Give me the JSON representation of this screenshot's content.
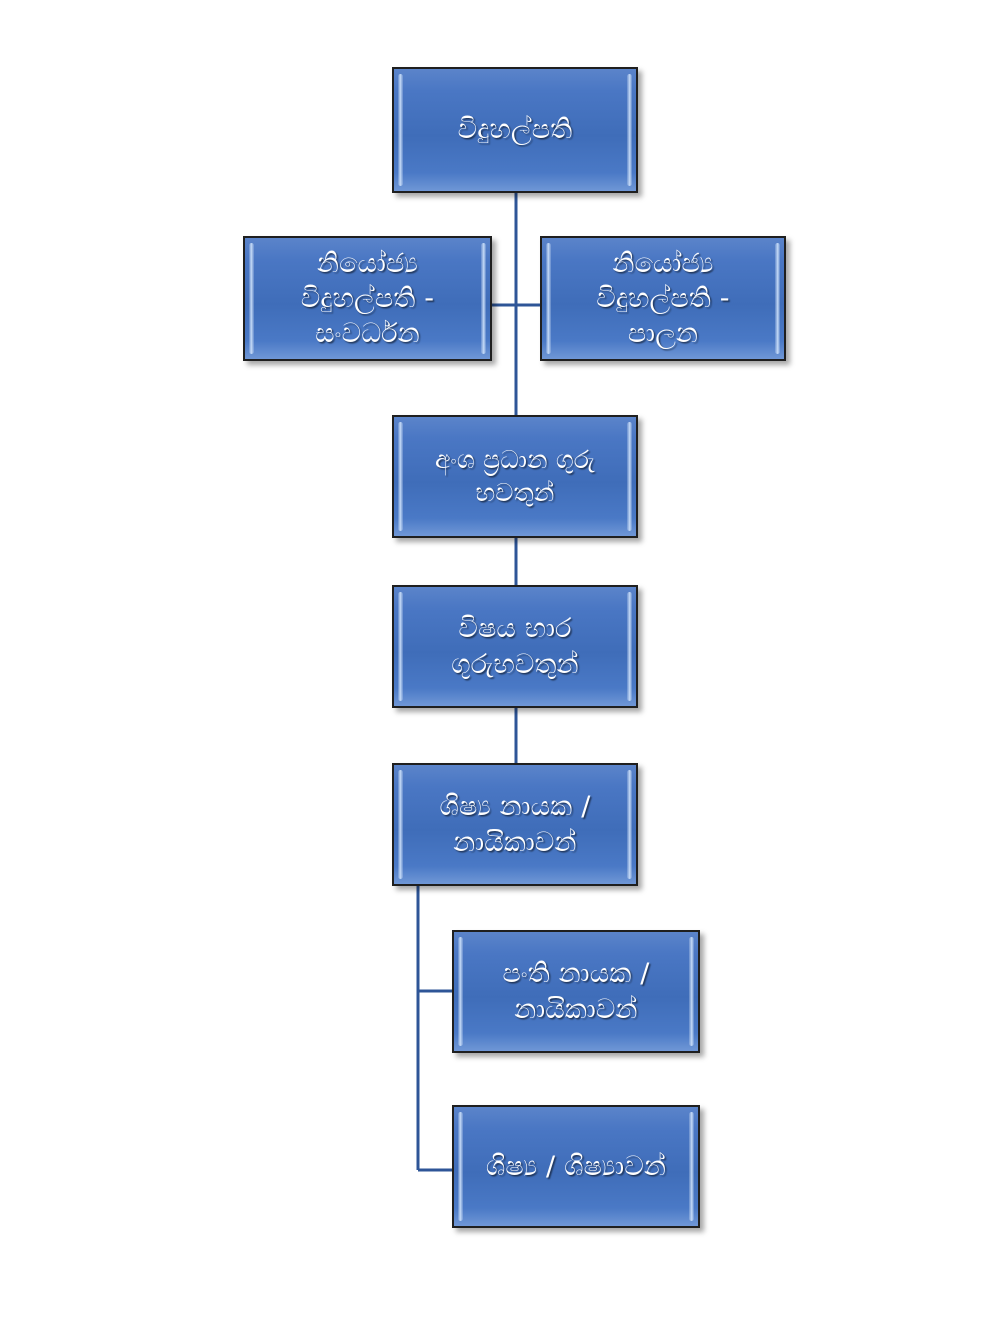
{
  "diagram": {
    "type": "organisation-chart",
    "language": "Sinhala",
    "background_color": "#ffffff",
    "node_fill_color": "#4472C4",
    "node_border_color": "#1F1F1F",
    "node_text_color": "#FFFFFF",
    "connector_color": "#2E5597"
  },
  "nodes": {
    "principal": {
      "label": "විදුහල්පති",
      "level": 1
    },
    "deputy_development": {
      "label": "නියෝජ්‍ය\nවිදුහල්පති -\nසංවර්ධන",
      "level": 2
    },
    "deputy_administration": {
      "label": "නියෝජ්‍ය\nවිදුහල්පති -\nපාලන",
      "level": 2
    },
    "section_head_teachers": {
      "label": "අංශ ප්‍රධාන ගුරු\nභවතුන්",
      "level": 3
    },
    "subject_teachers": {
      "label": "විෂය භාර\nගුරුභවතුන්",
      "level": 4
    },
    "student_leaders": {
      "label": "ශිෂ්‍ය නායක /\nනායිකාවන්",
      "level": 5
    },
    "class_leaders": {
      "label": "පංති නායක /\nනායිකාවන්",
      "level": 6
    },
    "students": {
      "label": "ශිෂ්‍ය / ශිෂ්‍යාවන්",
      "level": 7
    }
  }
}
